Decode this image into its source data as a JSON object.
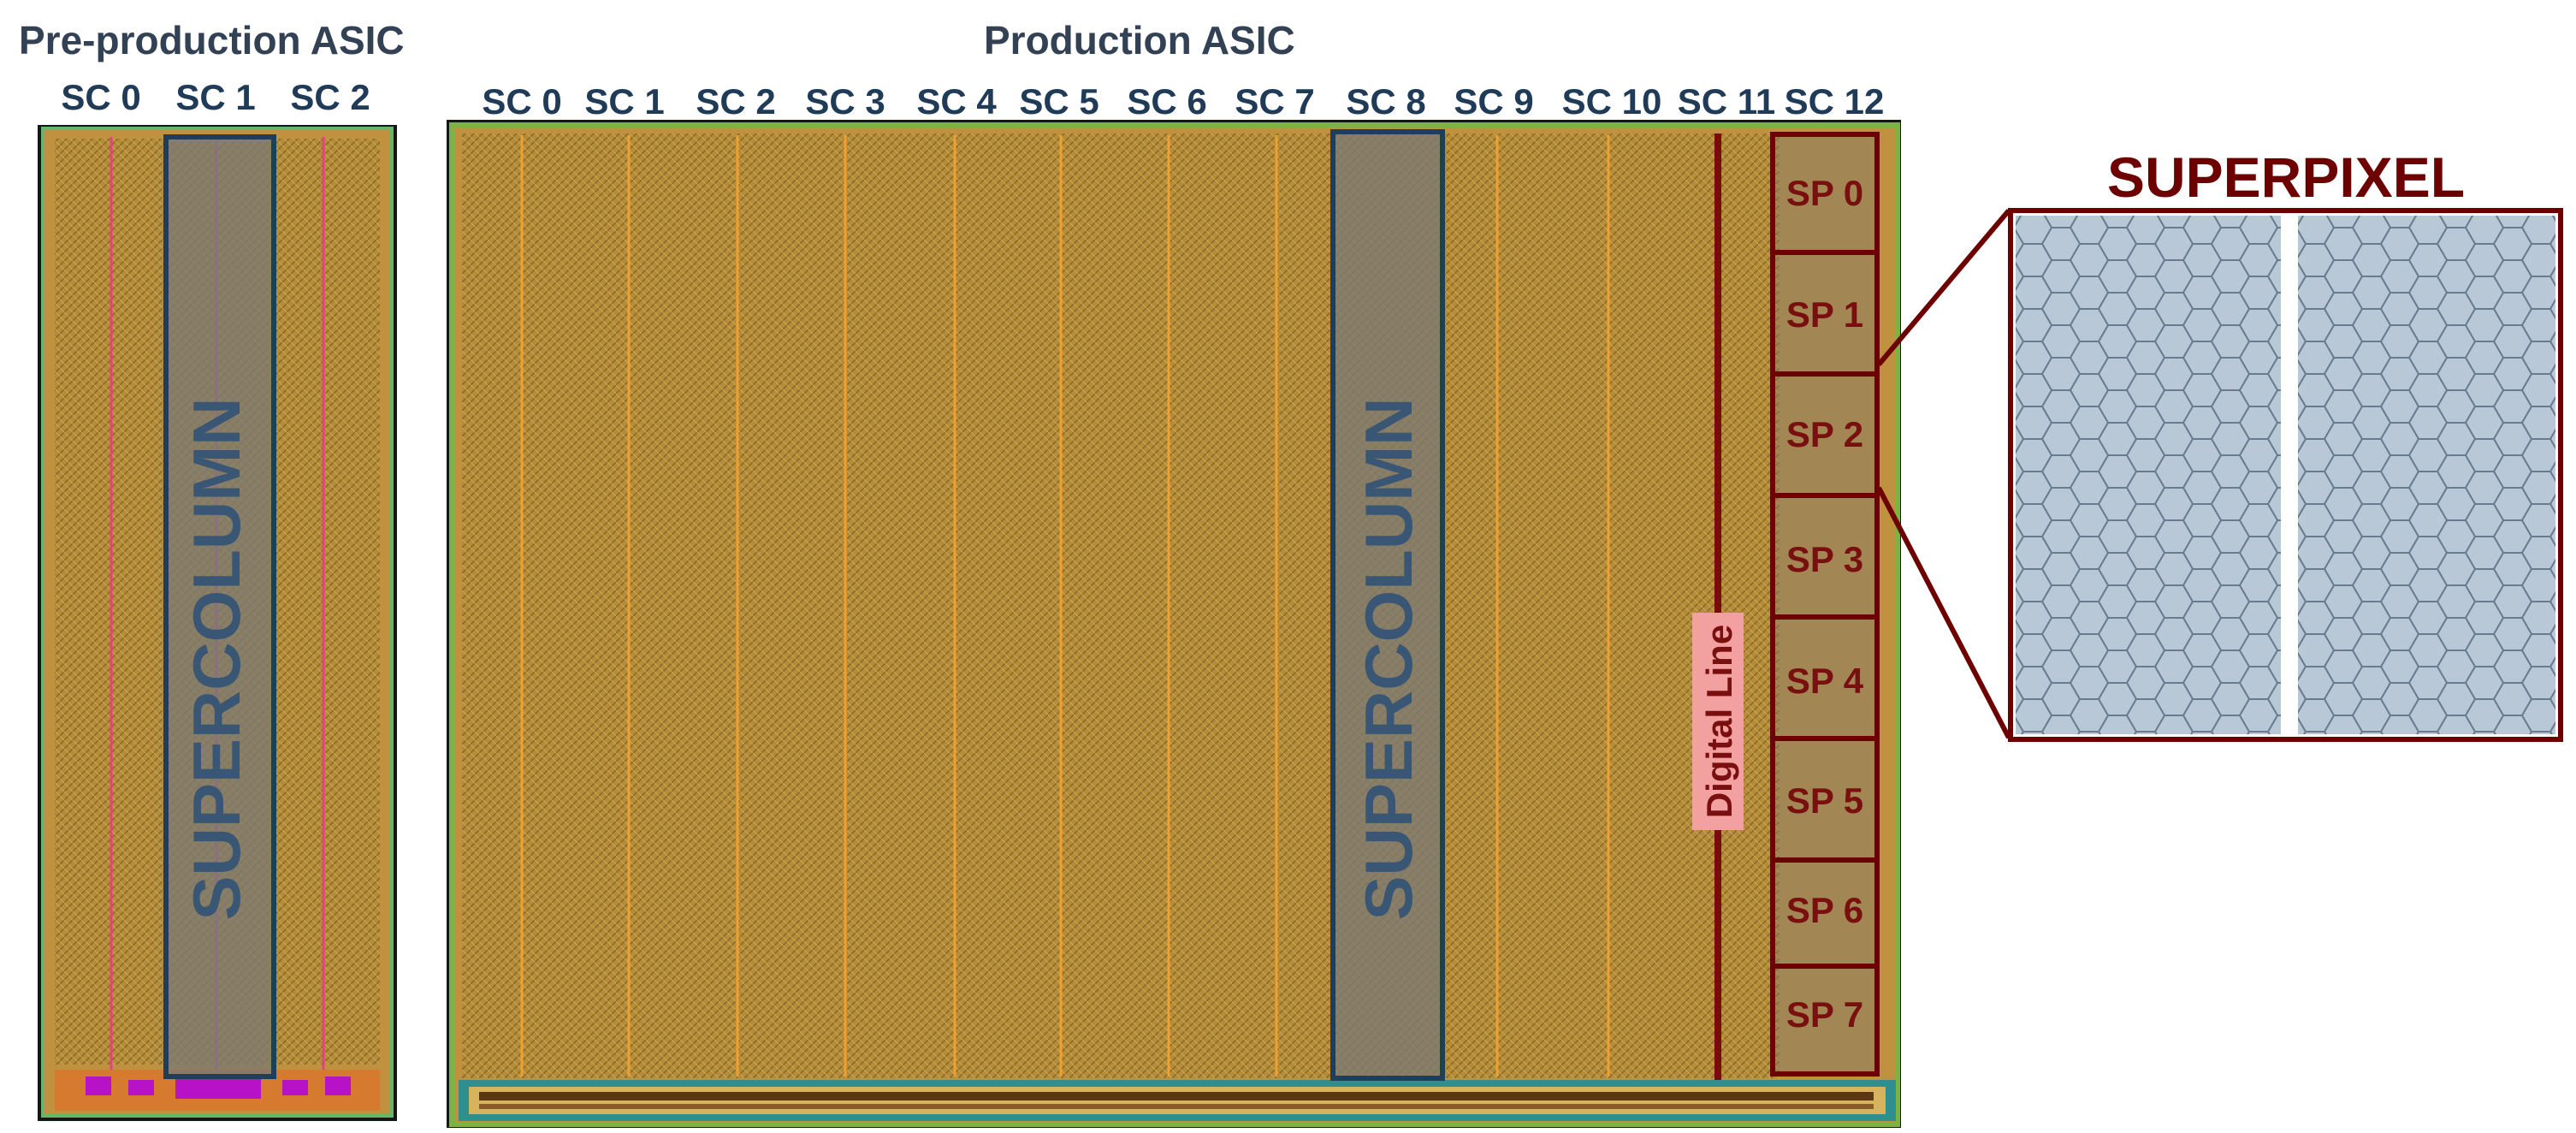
{
  "pre_production": {
    "title": "Pre-production ASIC",
    "columns": [
      "SC 0",
      "SC 1",
      "SC 2"
    ],
    "highlight_label": "SUPERCOLUMN"
  },
  "production": {
    "title": "Production ASIC",
    "columns": [
      "SC 0",
      "SC 1",
      "SC 2",
      "SC 3",
      "SC 4",
      "SC 5",
      "SC 6",
      "SC 7",
      "SC 8",
      "SC 9",
      "SC 10",
      "SC 11",
      "SC 12"
    ],
    "highlight_label": "SUPERCOLUMN",
    "digital_line_label": "Digital Line",
    "superpixels": [
      "SP 0",
      "SP 1",
      "SP 2",
      "SP 3",
      "SP 4",
      "SP 5",
      "SP 6",
      "SP 7"
    ]
  },
  "superpixel": {
    "title": "SUPERPIXEL"
  },
  "colors": {
    "chip_fill": "#b8903c",
    "chip_stripe": "#f0a030",
    "chip_border": "#7cb342",
    "supercolumn_fill": "#7e7a70",
    "supercolumn_border": "#1e3f5a",
    "superpixel_border": "#6d0000",
    "superpixel_text": "#7a0f0f",
    "hex_fill": "#b9c8d6",
    "hex_stroke": "#6a7c8c"
  }
}
